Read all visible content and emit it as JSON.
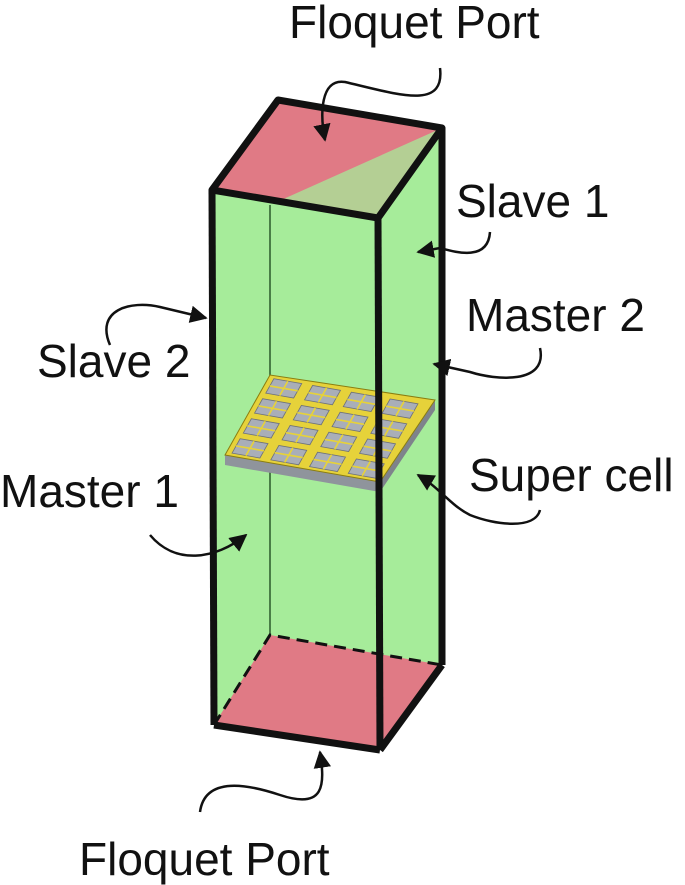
{
  "labels": {
    "floquet_port_top": "Floquet Port",
    "slave_1": "Slave 1",
    "master_2": "Master 2",
    "slave_2": "Slave 2",
    "super_cell": "Super cell",
    "master_1": "Master 1",
    "floquet_port_bottom": "Floquet Port"
  },
  "colors": {
    "port_face": "#e07a85",
    "boundary_face": "#a6ec9a",
    "frame": "#111111",
    "cell_gold": "#e6d23a",
    "cell_grey": "#a9aeb8"
  }
}
